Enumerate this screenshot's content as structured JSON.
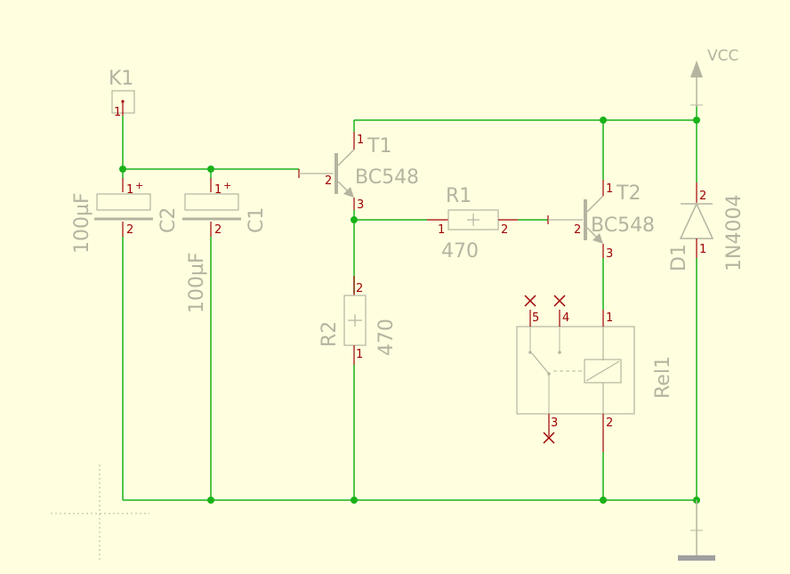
{
  "colors": {
    "background": "#ffffe0",
    "wire": "#19b219",
    "symbol": "#b4b4a0",
    "pin_stub": "#a00000",
    "pin_number": "#a00000",
    "junction": "#19b219",
    "ground_bar": "#a0a0a0"
  },
  "labels": {
    "k1": "K1",
    "c1_ref": "C1",
    "c1_val": "100µF",
    "c2_ref": "C2",
    "c2_val": "100µF",
    "t1_ref": "T1",
    "t1_val": "BC548",
    "t2_ref": "T2",
    "t2_val": "BC548",
    "r1_ref": "R1",
    "r1_val": "470",
    "r2_ref": "R2",
    "r2_val": "470",
    "d1_ref": "D1",
    "d1_val": "1N4004",
    "rel_ref": "Rel1",
    "vcc": "VCC"
  },
  "pins": {
    "k1_1": "1",
    "c2_1": "1",
    "c2_plus": "+",
    "c2_2": "2",
    "c1_1": "1",
    "c1_plus": "+",
    "c1_2": "2",
    "t1_1": "1",
    "t1_2": "2",
    "t1_3": "3",
    "t2_1": "1",
    "t2_2": "2",
    "t2_3": "3",
    "r1_1": "1",
    "r1_2": "2",
    "r2_1": "1",
    "r2_2": "2",
    "d1_1": "1",
    "d1_2": "2",
    "rel_1": "1",
    "rel_2": "2",
    "rel_3": "3",
    "rel_4": "4",
    "rel_5": "5"
  },
  "icons": {
    "connector": "pin-header-icon",
    "capacitor": "polarized-capacitor-icon",
    "transistor": "npn-transistor-icon",
    "resistor": "resistor-icon",
    "diode": "diode-icon",
    "relay": "relay-icon",
    "supply": "vcc-arrow-icon",
    "ground": "ground-icon",
    "origin": "crosshair-icon"
  }
}
